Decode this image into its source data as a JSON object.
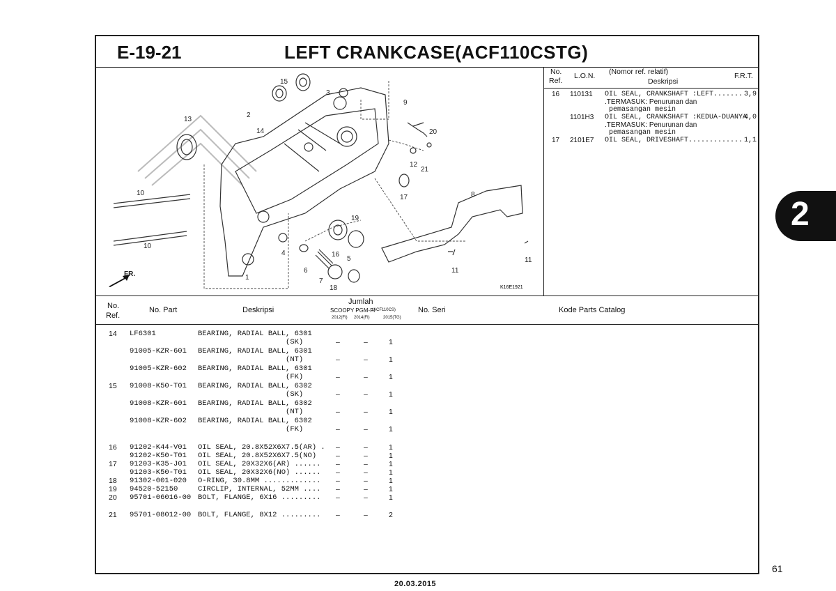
{
  "header": {
    "code": "E-19-21",
    "title": "LEFT CRANKCASE(ACF110CSTG)"
  },
  "diagram": {
    "image_code": "K16E1921",
    "fr_label": "FR.",
    "callouts": [
      "1",
      "2",
      "3",
      "4",
      "5",
      "6",
      "7",
      "8",
      "9",
      "10",
      "10",
      "11",
      "11",
      "12",
      "13",
      "14",
      "15",
      "16",
      "17",
      "18",
      "19",
      "20",
      "21"
    ]
  },
  "lon_table": {
    "headers": {
      "no": "No.",
      "ref": "Ref.",
      "lon": "L.O.N.",
      "nomor": "(Nomor ref. relatif)",
      "deskripsi": "Deskripsi",
      "frt": "F.R.T."
    },
    "rows": [
      {
        "no": "16",
        "lon": "110131",
        "desc": "OIL SEAL, CRANKSHAFT :LEFT.......",
        "frt": "3,9"
      },
      {
        "no": "",
        "lon": "",
        "desc": ".TERMASUK: Penurunan dan",
        "frt": ""
      },
      {
        "no": "",
        "lon": "",
        "desc": " pemasangan mesin",
        "frt": ""
      },
      {
        "no": "",
        "lon": "1101H3",
        "desc": "OIL SEAL, CRANKSHAFT :KEDUA-DUANYA",
        "frt": "4,0"
      },
      {
        "no": "",
        "lon": "",
        "desc": ".TERMASUK: Penurunan dan",
        "frt": ""
      },
      {
        "no": "",
        "lon": "",
        "desc": " pemasangan mesin",
        "frt": ""
      },
      {
        "no": "17",
        "lon": "2101E7",
        "desc": "OIL SEAL, DRIVESHAFT.............",
        "frt": "1,1"
      }
    ]
  },
  "parts_table": {
    "headers": {
      "no": "No.",
      "ref": "Ref.",
      "part": "No. Part",
      "desc": "Deskripsi",
      "jumlah": "Jumlah",
      "model": "SCOOPY PGM-FI",
      "model_code": "(ACF110CS)",
      "y1": "2012(FI)",
      "y2": "2014(FI)",
      "y3": "2015(TG)",
      "seri": "No. Seri",
      "kode": "Kode Parts Catalog"
    },
    "rows": [
      {
        "ref": "14",
        "part": "LF6301",
        "desc": "BEARING, RADIAL BALL, 6301",
        "q1": "",
        "q2": "",
        "q3": ""
      },
      {
        "ref": "",
        "part": "",
        "desc": "                    (SK)",
        "q1": "–",
        "q2": "–",
        "q3": "1"
      },
      {
        "ref": "",
        "part": "91005-KZR-601",
        "desc": "BEARING, RADIAL BALL, 6301",
        "q1": "",
        "q2": "",
        "q3": ""
      },
      {
        "ref": "",
        "part": "",
        "desc": "                    (NT)",
        "q1": "–",
        "q2": "–",
        "q3": "1"
      },
      {
        "ref": "",
        "part": "91005-KZR-602",
        "desc": "BEARING, RADIAL BALL, 6301",
        "q1": "",
        "q2": "",
        "q3": ""
      },
      {
        "ref": "",
        "part": "",
        "desc": "                    (FK)",
        "q1": "–",
        "q2": "–",
        "q3": "1"
      },
      {
        "ref": "15",
        "part": "91008-K50-T01",
        "desc": "BEARING, RADIAL BALL, 6302",
        "q1": "",
        "q2": "",
        "q3": ""
      },
      {
        "ref": "",
        "part": "",
        "desc": "                    (SK)",
        "q1": "–",
        "q2": "–",
        "q3": "1"
      },
      {
        "ref": "",
        "part": "91008-KZR-601",
        "desc": "BEARING, RADIAL BALL, 6302",
        "q1": "",
        "q2": "",
        "q3": ""
      },
      {
        "ref": "",
        "part": "",
        "desc": "                    (NT)",
        "q1": "–",
        "q2": "–",
        "q3": "1"
      },
      {
        "ref": "",
        "part": "91008-KZR-602",
        "desc": "BEARING, RADIAL BALL, 6302",
        "q1": "",
        "q2": "",
        "q3": ""
      },
      {
        "ref": "",
        "part": "",
        "desc": "                    (FK)",
        "q1": "–",
        "q2": "–",
        "q3": "1"
      },
      {
        "ref": "16",
        "part": "91202-K44-V01",
        "desc": "OIL SEAL, 20.8X52X6X7.5(AR) .",
        "q1": "–",
        "q2": "–",
        "q3": "1"
      },
      {
        "ref": "",
        "part": "91202-K50-T01",
        "desc": "OIL SEAL, 20.8X52X6X7.5(NO)",
        "q1": "–",
        "q2": "–",
        "q3": "1"
      },
      {
        "ref": "17",
        "part": "91203-K35-J01",
        "desc": "OIL SEAL, 20X32X6(AR) ......",
        "q1": "–",
        "q2": "–",
        "q3": "1"
      },
      {
        "ref": "",
        "part": "91203-K50-T01",
        "desc": "OIL SEAL, 20X32X6(NO) ......",
        "q1": "–",
        "q2": "–",
        "q3": "1"
      },
      {
        "ref": "18",
        "part": "91302-001-020",
        "desc": "O-RING, 30.8MM .............",
        "q1": "–",
        "q2": "–",
        "q3": "1"
      },
      {
        "ref": "19",
        "part": "94520-52150",
        "desc": "CIRCLIP, INTERNAL, 52MM ....",
        "q1": "–",
        "q2": "–",
        "q3": "1"
      },
      {
        "ref": "20",
        "part": "95701-06016-00",
        "desc": "BOLT, FLANGE, 6X16 .........",
        "q1": "–",
        "q2": "–",
        "q3": "1"
      },
      {
        "ref": "21",
        "part": "95701-08012-00",
        "desc": "BOLT, FLANGE, 8X12 .........",
        "q1": "–",
        "q2": "–",
        "q3": "2"
      }
    ]
  },
  "side_tab": "2",
  "page_number": "61",
  "footer_date": "20.03.2015"
}
